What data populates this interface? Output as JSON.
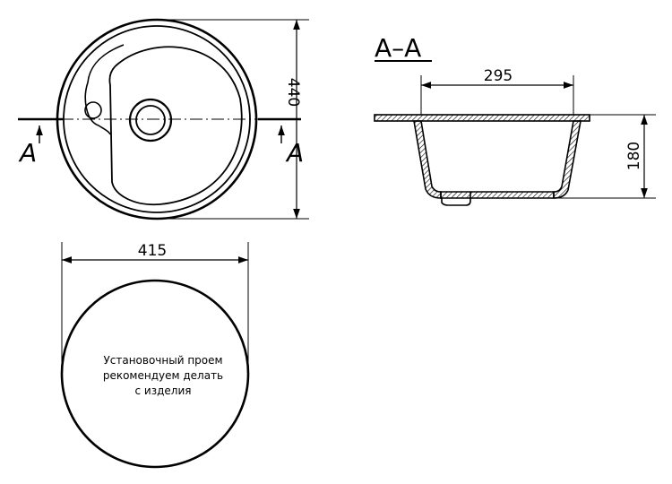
{
  "section_label": "A–A",
  "cut_letter_left": "A",
  "cut_letter_right": "A",
  "dim_height_top": "440",
  "dim_width_bottom": "415",
  "dim_bowl_width": "295",
  "dim_depth": "180",
  "note_lines": [
    "Установочный проем",
    "рекомендуем делать",
    "с изделия"
  ]
}
